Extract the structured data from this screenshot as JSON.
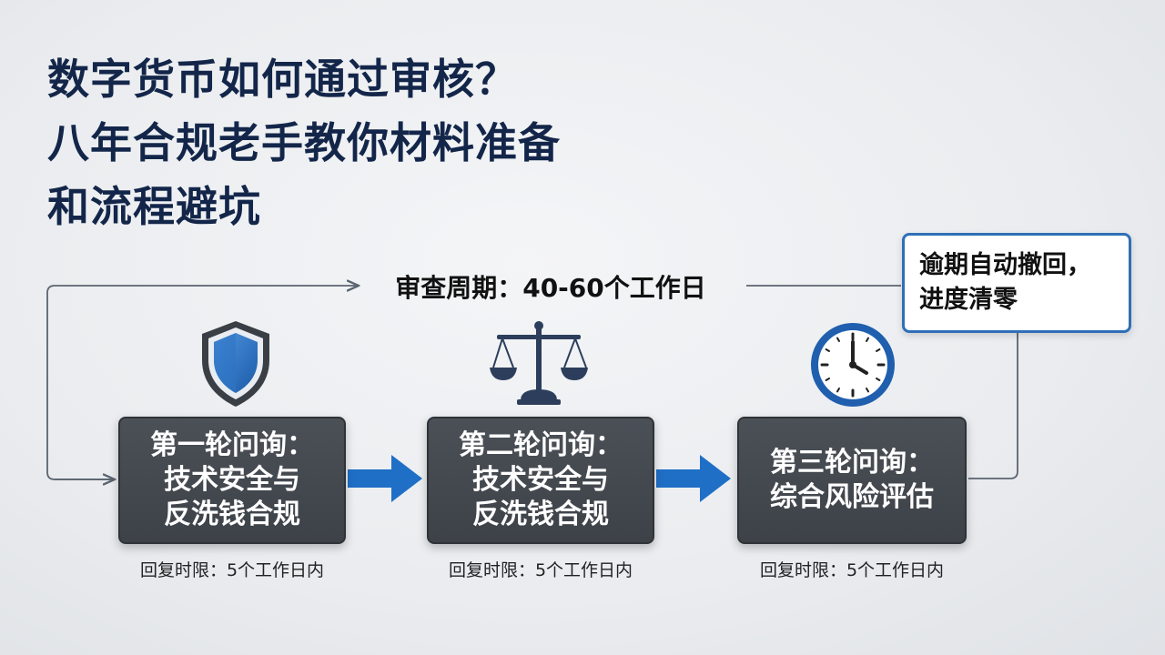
{
  "title": {
    "line1": "数字货币如何通过审核？",
    "line2": "八年合规老手教你材料准备",
    "line3": "和流程避坑"
  },
  "cycle": {
    "label": "审查周期：40-60个工作日"
  },
  "callout": {
    "line1": "逾期自动撤回，",
    "line2": "进度清零"
  },
  "steps": [
    {
      "icon": "shield-icon",
      "line1": "第一轮问询：",
      "line2": "技术安全与",
      "line3": "反洗钱合规",
      "note": "回复时限：5个工作日内"
    },
    {
      "icon": "scales-icon",
      "line1": "第二轮问询：",
      "line2": "技术安全与",
      "line3": "反洗钱合规",
      "note": "回复时限：5个工作日内"
    },
    {
      "icon": "clock-icon",
      "line1": "第三轮问询：",
      "line2": "综合风险评估",
      "note": "回复时限：5个工作日内"
    }
  ],
  "colors": {
    "title": "#13264a",
    "box": "#43484e",
    "arrow": "#1f6fc6",
    "callout_border": "#2f6fb7",
    "connector": "#5b6470"
  }
}
